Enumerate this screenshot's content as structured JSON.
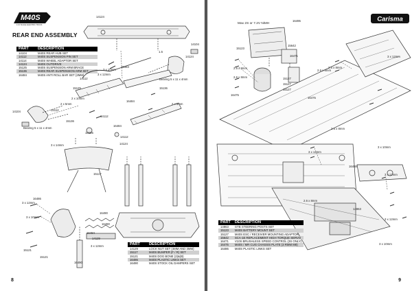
{
  "left_page": {
    "logo_text": "M40S",
    "logo_sub": "1:10 SCALE ELECTRIC TRUCK",
    "section_title": "REAR END ASSEMBLY",
    "page_number": "8",
    "parts_table": {
      "headers": [
        "PART",
        "DESCRIPTION"
      ],
      "rows": [
        [
          "14104",
          "M40S REAR HUB SET"
        ],
        [
          "14112",
          "M40S SUSPENSION PIN SET"
        ],
        [
          "14114",
          "M40S WHEEL ADAPTOR SET"
        ],
        [
          "14124",
          "M40S OUTDRIVE"
        ],
        [
          "15125",
          "M40S SUSPENSION ARM BRACE"
        ],
        [
          "15136",
          "M40S REAR SUSPENSION ARM SET"
        ],
        [
          "16484",
          "M40S ANTI ROLL BAR SET (2MM)"
        ]
      ]
    },
    "parts_table_2": {
      "headers": [
        "PART",
        "DESCRIPTION"
      ],
      "rows": [
        [
          "14129",
          "LOCK NUT SET (4MM AND 3MM)"
        ],
        [
          "15117",
          "M40S BUMPER (F / R) SET"
        ],
        [
          "15121",
          "M40S DOG BONE (2)&(B)"
        ],
        [
          "16486",
          "M40S PLASTIC LINKS SET"
        ],
        [
          "16490",
          "M40S STOCK OIL DAMPERS SET"
        ]
      ]
    },
    "callouts": [
      "14124",
      "14104",
      "1.5",
      "16484",
      "3 x 10mm",
      "3 x 12mm",
      "Bearing 5 x 11 x 4mm",
      "14124",
      "15136",
      "14112",
      "15125",
      "2 x 10mm",
      "2 x 5mm",
      "14104",
      "14112",
      "2 x 5mm",
      "16484",
      "14112",
      "15136",
      "Bearing 5 x 11 x 4mm",
      "15125",
      "16484",
      "14112",
      "14124",
      "3 x 14mm",
      "15117",
      "3 x 12mm",
      "16486",
      "3 x 10mm",
      "15121",
      "16490",
      "16490",
      "16484",
      "14129",
      "3 x 12mm",
      "16490",
      "15121"
    ]
  },
  "right_page": {
    "logo_text": "Carisma",
    "page_number": "9",
    "battery_note": "Max 2S or 7.2V NiMH",
    "parts_table": {
      "headers": [
        "PART",
        "DESCRIPTION"
      ],
      "rows": [
        [
          "14863",
          "GTB STEERING POSTS SET"
        ],
        [
          "15123",
          "M40S BATTERY MOUNT SET"
        ],
        [
          "15127",
          "M40S ESC / RECEIVER MOUNTING ADAPTOR"
        ],
        [
          "15642",
          "SCA-1E REPLACEMENT HIGH TORQUE SERVO"
        ],
        [
          "16471",
          "V10S BRUSHLESS SPEED CONTROL (3S ONLY)"
        ],
        [
          "16475",
          "M40S / MR CUG CHASSIS PLATE (3 RMM M8)"
        ],
        [
          "16486",
          "M40S PLASTIC LINKS SET"
        ]
      ]
    },
    "callouts": [
      "16495",
      "15123",
      "15642",
      "16471",
      "2.6 x 8mm",
      "2.6 x 8mm",
      "3 x 12mm",
      "2.6 x 8mm",
      "15127",
      "15127",
      "15127",
      "16475",
      "2.6 x 8mm",
      "16475",
      "3 x 12mm",
      "2.6 x 8mm",
      "3 x 10mm",
      "16488",
      "3 x 12mm",
      "14863",
      "2.6 x 8mm",
      "3 x 12mm",
      "3 x 10mm"
    ]
  },
  "colors": {
    "table_header": "#000000",
    "table_alt_row": "#d0d0d0",
    "line_art": "#333333",
    "page_bg": "#ffffff",
    "spread_bg": "#4a4a4a"
  }
}
